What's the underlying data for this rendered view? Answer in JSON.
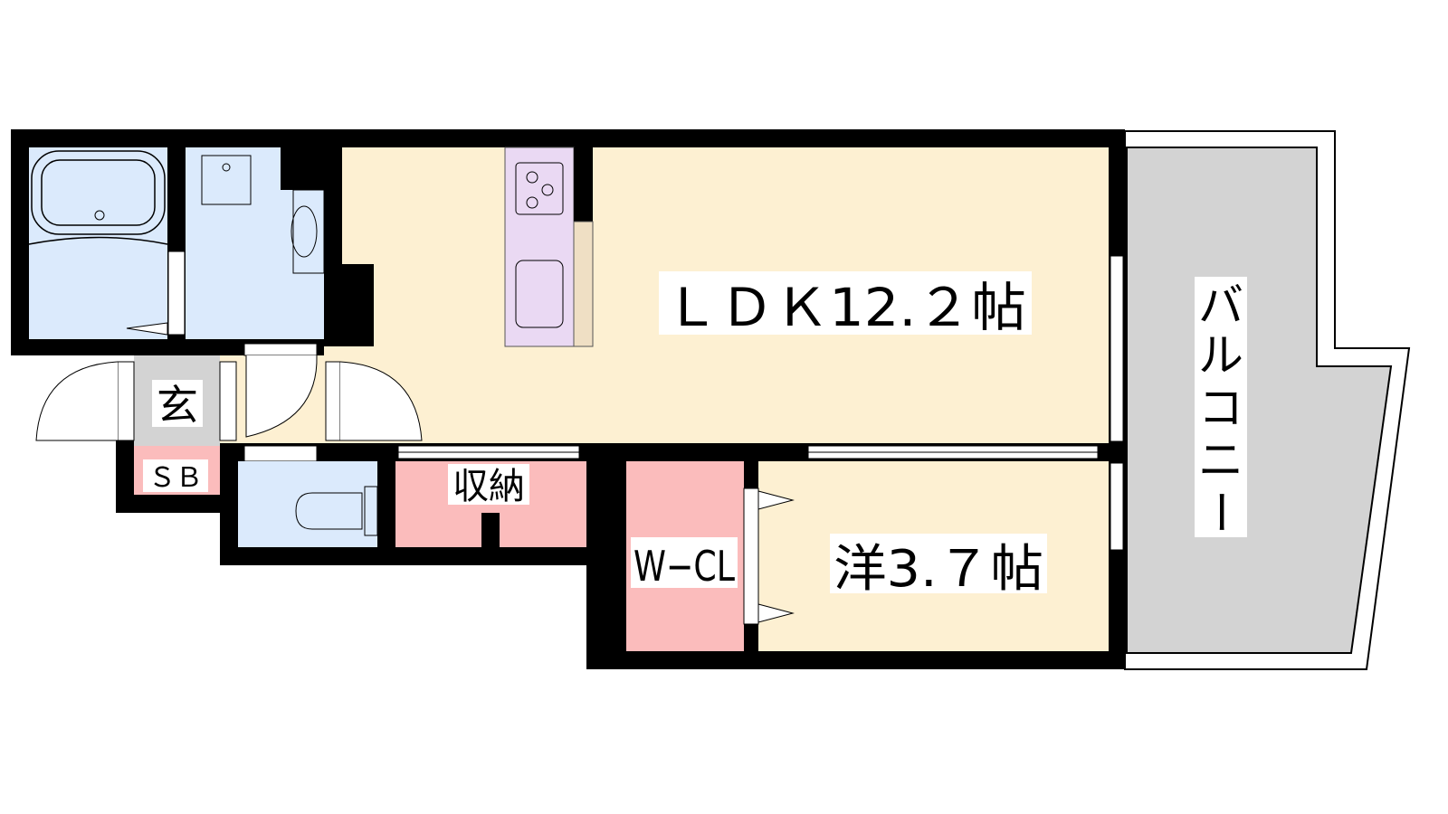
{
  "rooms": {
    "ldk": "ＬＤＫ12.２帖",
    "western": "洋3.７帖",
    "wcl": "W−CL",
    "storage": "収納",
    "entrance": "玄",
    "shoebox": "ＳＢ",
    "balcony": [
      "バ",
      "ル",
      "コ",
      "ニ",
      "ー"
    ]
  },
  "colors": {
    "wet": "#dbeafc",
    "living": "#fdf0d2",
    "storage": "#fbbcbc",
    "kitchen": "#ead9f3",
    "entrance": "#d3d3d3",
    "balcony": "#d3d3d3"
  }
}
